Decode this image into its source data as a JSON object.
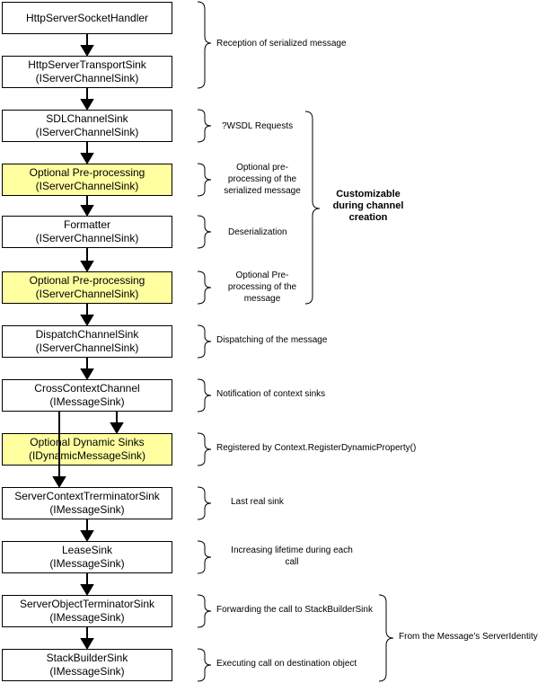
{
  "boxes": [
    {
      "line1": "HttpServerSocketHandler",
      "line2": "",
      "highlight": false
    },
    {
      "line1": "HttpServerTransportSink",
      "line2": "(IServerChannelSink)",
      "highlight": false
    },
    {
      "line1": "SDLChannelSink",
      "line2": "(IServerChannelSink)",
      "highlight": false
    },
    {
      "line1": "Optional Pre-processing",
      "line2": "(IServerChannelSink)",
      "highlight": true
    },
    {
      "line1": "Formatter",
      "line2": "(IServerChannelSink)",
      "highlight": false
    },
    {
      "line1": "Optional Pre-processing",
      "line2": "(IServerChannelSink)",
      "highlight": true
    },
    {
      "line1": "DispatchChannelSink",
      "line2": "(IServerChannelSink)",
      "highlight": false
    },
    {
      "line1": "CrossContextChannel",
      "line2": "(IMessageSink)",
      "highlight": false
    },
    {
      "line1": "Optional Dynamic Sinks",
      "line2": "(IDynamicMessageSink)",
      "highlight": true
    },
    {
      "line1": "ServerContextTrerminatorSink",
      "line2": "(IMessageSink)",
      "highlight": false
    },
    {
      "line1": "LeaseSink",
      "line2": "(IMessageSink)",
      "highlight": false
    },
    {
      "line1": "ServerObjectTerminatorSink",
      "line2": "(IMessageSink)",
      "highlight": false
    },
    {
      "line1": "StackBuilderSink",
      "line2": "(IMessageSink)",
      "highlight": false
    }
  ],
  "notes": {
    "reception": "Reception of serialized message",
    "wsdl": "?WSDL Requests",
    "preproc1": [
      "Optional pre-",
      "processing of the",
      "serialized message"
    ],
    "deserialization": "Deserialization",
    "preproc2": [
      "Optional Pre-",
      "processing of the",
      "message"
    ],
    "dispatching": "Dispatching of the message",
    "notification": "Notification of context sinks",
    "registered": "Registered by Context.RegisterDynamicProperty()",
    "last_real": "Last real sink",
    "lifetime": [
      "Increasing lifetime during each",
      "call"
    ],
    "forwarding": "Forwarding the call to StackBuilderSink",
    "executing": "Executing call on destination object",
    "customizable": [
      "Customizable",
      "during channel",
      "creation"
    ],
    "identity": "From the Message's ServerIdentity"
  },
  "colors": {
    "highlight_fill": "#ffffa0",
    "box_fill": "#ffffff",
    "line": "#000000"
  }
}
